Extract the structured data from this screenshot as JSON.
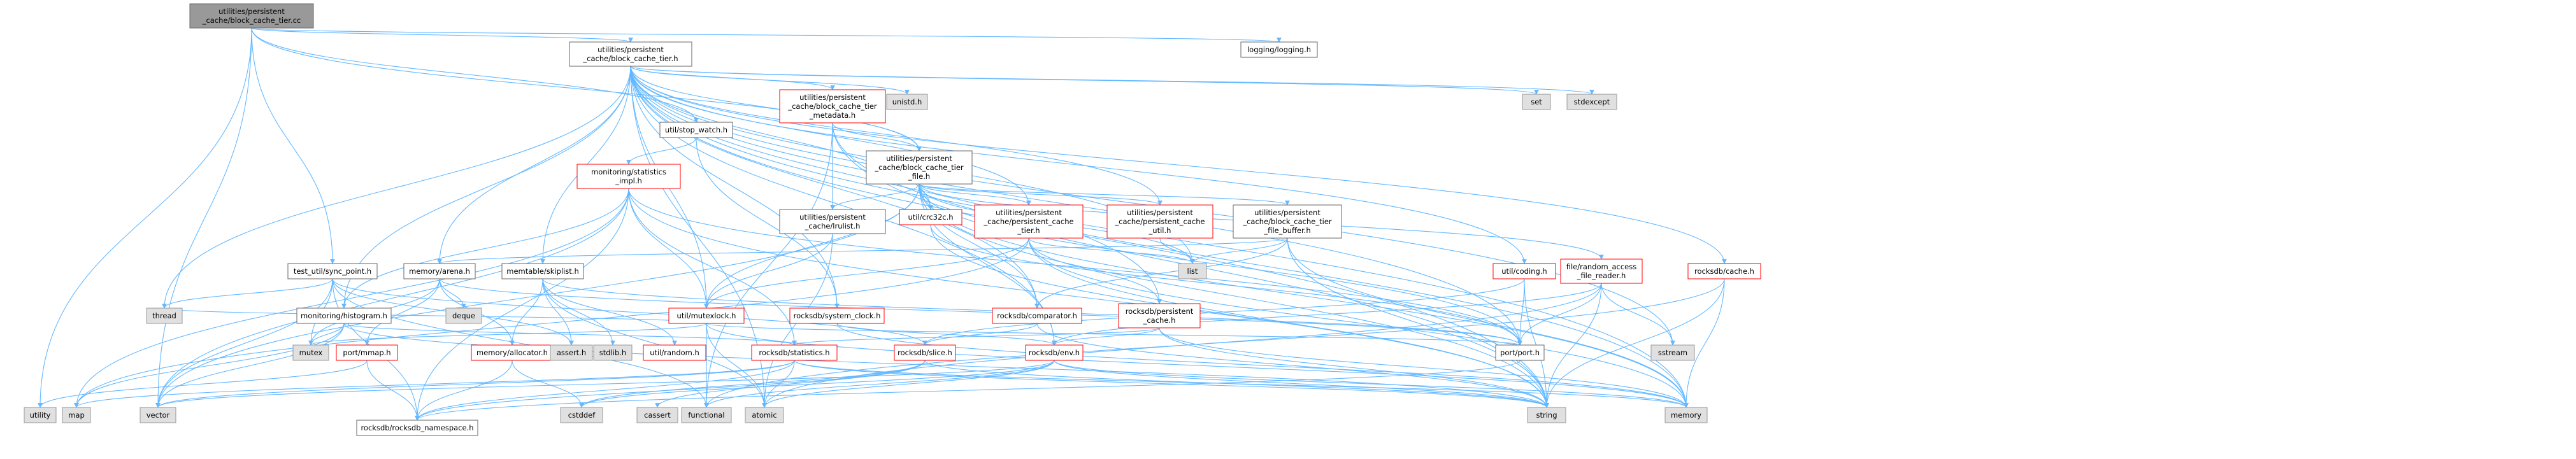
{
  "colors": {
    "root_fill": "#999999",
    "root_stroke": "#666666",
    "normal_fill": "#ffffff",
    "normal_stroke": "#666666",
    "highlight_stroke": "#ff0000",
    "system_fill": "#e0e0e0",
    "system_stroke": "#999999",
    "edge": "#63b8ff"
  },
  "nodes": [
    {
      "id": "root",
      "kind": "root",
      "lines": [
        "utilities/persistent",
        "_cache/block_cache_tier.cc"
      ]
    },
    {
      "id": "bct_h",
      "kind": "normal",
      "lines": [
        "utilities/persistent",
        "_cache/block_cache_tier.h"
      ]
    },
    {
      "id": "logging",
      "kind": "normal",
      "lines": [
        "logging/logging.h"
      ]
    },
    {
      "id": "stopwatch",
      "kind": "normal",
      "lines": [
        "util/stop_watch.h"
      ]
    },
    {
      "id": "syncpoint",
      "kind": "normal",
      "lines": [
        "test_util/sync_point.h"
      ]
    },
    {
      "id": "utility",
      "kind": "system",
      "lines": [
        "utility"
      ]
    },
    {
      "id": "vector",
      "kind": "system",
      "lines": [
        "vector"
      ]
    },
    {
      "id": "metadata",
      "kind": "highlight",
      "lines": [
        "utilities/persistent",
        "_cache/block_cache_tier",
        "_metadata.h"
      ]
    },
    {
      "id": "unistd",
      "kind": "system",
      "lines": [
        "unistd.h"
      ]
    },
    {
      "id": "set",
      "kind": "system",
      "lines": [
        "set"
      ]
    },
    {
      "id": "stdexcept",
      "kind": "system",
      "lines": [
        "stdexcept"
      ]
    },
    {
      "id": "bct_file",
      "kind": "normal",
      "lines": [
        "utilities/persistent",
        "_cache/block_cache_tier",
        "_file.h"
      ]
    },
    {
      "id": "monitoring_impl",
      "kind": "highlight",
      "lines": [
        "monitoring/statistics",
        "_impl.h"
      ]
    },
    {
      "id": "lrulist",
      "kind": "normal",
      "lines": [
        "utilities/persistent",
        "_cache/lrulist.h"
      ]
    },
    {
      "id": "crc32c",
      "kind": "highlight",
      "lines": [
        "util/crc32c.h"
      ]
    },
    {
      "id": "pc_tier",
      "kind": "highlight",
      "lines": [
        "utilities/persistent",
        "_cache/persistent_cache",
        "_tier.h"
      ]
    },
    {
      "id": "pc_util",
      "kind": "highlight",
      "lines": [
        "utilities/persistent",
        "_cache/persistent_cache",
        "_util.h"
      ]
    },
    {
      "id": "file_buffer",
      "kind": "normal",
      "lines": [
        "utilities/persistent",
        "_cache/block_cache_tier",
        "_file_buffer.h"
      ]
    },
    {
      "id": "coding",
      "kind": "highlight",
      "lines": [
        "util/coding.h"
      ]
    },
    {
      "id": "rafr",
      "kind": "highlight",
      "lines": [
        "file/random_access",
        "_file_reader.h"
      ]
    },
    {
      "id": "cache_h",
      "kind": "highlight",
      "lines": [
        "rocksdb/cache.h"
      ]
    },
    {
      "id": "histogram",
      "kind": "normal",
      "lines": [
        "monitoring/histogram.h"
      ]
    },
    {
      "id": "arena",
      "kind": "normal",
      "lines": [
        "memory/arena.h"
      ]
    },
    {
      "id": "skiplist",
      "kind": "normal",
      "lines": [
        "memtable/skiplist.h"
      ]
    },
    {
      "id": "mutexlock",
      "kind": "highlight",
      "lines": [
        "util/mutexlock.h"
      ]
    },
    {
      "id": "sysclock",
      "kind": "highlight",
      "lines": [
        "rocksdb/system_clock.h"
      ]
    },
    {
      "id": "comparator",
      "kind": "highlight",
      "lines": [
        "rocksdb/comparator.h"
      ]
    },
    {
      "id": "persistent_cache",
      "kind": "highlight",
      "lines": [
        "rocksdb/persistent",
        "_cache.h"
      ]
    },
    {
      "id": "list",
      "kind": "system",
      "lines": [
        "list"
      ]
    },
    {
      "id": "thread",
      "kind": "system",
      "lines": [
        "thread"
      ]
    },
    {
      "id": "mutex",
      "kind": "system",
      "lines": [
        "mutex"
      ]
    },
    {
      "id": "port_mmap",
      "kind": "highlight",
      "lines": [
        "port/mmap.h"
      ]
    },
    {
      "id": "deque",
      "kind": "system",
      "lines": [
        "deque"
      ]
    },
    {
      "id": "allocator",
      "kind": "highlight",
      "lines": [
        "memory/allocator.h"
      ]
    },
    {
      "id": "assert_h",
      "kind": "system",
      "lines": [
        "assert.h"
      ]
    },
    {
      "id": "stdlib",
      "kind": "system",
      "lines": [
        "stdlib.h"
      ]
    },
    {
      "id": "random",
      "kind": "highlight",
      "lines": [
        "util/random.h"
      ]
    },
    {
      "id": "statistics",
      "kind": "highlight",
      "lines": [
        "rocksdb/statistics.h"
      ]
    },
    {
      "id": "slice",
      "kind": "highlight",
      "lines": [
        "rocksdb/slice.h"
      ]
    },
    {
      "id": "env",
      "kind": "highlight",
      "lines": [
        "rocksdb/env.h"
      ]
    },
    {
      "id": "port",
      "kind": "normal",
      "lines": [
        "port/port.h"
      ]
    },
    {
      "id": "sstream",
      "kind": "system",
      "lines": [
        "sstream"
      ]
    },
    {
      "id": "map",
      "kind": "system",
      "lines": [
        "map"
      ]
    },
    {
      "id": "namespace",
      "kind": "normal",
      "lines": [
        "rocksdb/rocksdb_namespace.h"
      ]
    },
    {
      "id": "cstddef",
      "kind": "system",
      "lines": [
        "cstddef"
      ]
    },
    {
      "id": "cassert",
      "kind": "system",
      "lines": [
        "cassert"
      ]
    },
    {
      "id": "functional",
      "kind": "system",
      "lines": [
        "functional"
      ]
    },
    {
      "id": "atomic",
      "kind": "system",
      "lines": [
        "atomic"
      ]
    },
    {
      "id": "string",
      "kind": "system",
      "lines": [
        "string"
      ]
    },
    {
      "id": "memory",
      "kind": "system",
      "lines": [
        "memory"
      ]
    }
  ],
  "edges": [
    [
      "root",
      "bct_h"
    ],
    [
      "root",
      "logging"
    ],
    [
      "root",
      "stopwatch"
    ],
    [
      "root",
      "syncpoint"
    ],
    [
      "root",
      "utility"
    ],
    [
      "root",
      "vector"
    ],
    [
      "root",
      "bct_file"
    ],
    [
      "bct_h",
      "metadata"
    ],
    [
      "bct_h",
      "unistd"
    ],
    [
      "bct_h",
      "set"
    ],
    [
      "bct_h",
      "stdexcept"
    ],
    [
      "bct_h",
      "bct_file"
    ],
    [
      "bct_h",
      "crc32c"
    ],
    [
      "bct_h",
      "pc_tier"
    ],
    [
      "bct_h",
      "pc_util"
    ],
    [
      "bct_h",
      "coding"
    ],
    [
      "bct_h",
      "cache_h"
    ],
    [
      "bct_h",
      "histogram"
    ],
    [
      "bct_h",
      "arena"
    ],
    [
      "bct_h",
      "skiplist"
    ],
    [
      "bct_h",
      "mutexlock"
    ],
    [
      "bct_h",
      "sysclock"
    ],
    [
      "bct_h",
      "comparator"
    ],
    [
      "bct_h",
      "persistent_cache"
    ],
    [
      "bct_h",
      "thread"
    ],
    [
      "bct_h",
      "port"
    ],
    [
      "bct_h",
      "sstream"
    ],
    [
      "bct_h",
      "atomic"
    ],
    [
      "bct_h",
      "string"
    ],
    [
      "bct_h",
      "memory"
    ],
    [
      "bct_h",
      "list"
    ],
    [
      "bct_h",
      "env"
    ],
    [
      "metadata",
      "bct_file"
    ],
    [
      "metadata",
      "lrulist"
    ],
    [
      "metadata",
      "functional"
    ],
    [
      "metadata",
      "string"
    ],
    [
      "metadata",
      "memory"
    ],
    [
      "stopwatch",
      "monitoring_impl"
    ],
    [
      "stopwatch",
      "sysclock"
    ],
    [
      "bct_file",
      "lrulist"
    ],
    [
      "bct_file",
      "pc_tier"
    ],
    [
      "bct_file",
      "pc_util"
    ],
    [
      "bct_file",
      "file_buffer"
    ],
    [
      "bct_file",
      "rafr"
    ],
    [
      "bct_file",
      "crc32c"
    ],
    [
      "bct_file",
      "mutexlock"
    ],
    [
      "bct_file",
      "comparator"
    ],
    [
      "bct_file",
      "env"
    ],
    [
      "bct_file",
      "list"
    ],
    [
      "bct_file",
      "port"
    ],
    [
      "bct_file",
      "memory"
    ],
    [
      "bct_file",
      "string"
    ],
    [
      "bct_file",
      "vector"
    ],
    [
      "monitoring_impl",
      "histogram"
    ],
    [
      "monitoring_impl",
      "mutexlock"
    ],
    [
      "monitoring_impl",
      "statistics"
    ],
    [
      "monitoring_impl",
      "port"
    ],
    [
      "monitoring_impl",
      "namespace"
    ],
    [
      "monitoring_impl",
      "map"
    ],
    [
      "monitoring_impl",
      "vector"
    ],
    [
      "monitoring_impl",
      "string"
    ],
    [
      "lrulist",
      "mutexlock"
    ],
    [
      "lrulist",
      "atomic"
    ],
    [
      "crc32c",
      "port"
    ],
    [
      "crc32c",
      "string"
    ],
    [
      "pc_tier",
      "persistent_cache"
    ],
    [
      "pc_tier",
      "mutexlock"
    ],
    [
      "pc_tier",
      "list"
    ],
    [
      "pc_tier",
      "map"
    ],
    [
      "pc_tier",
      "string"
    ],
    [
      "pc_tier",
      "memory"
    ],
    [
      "pc_util",
      "list"
    ],
    [
      "file_buffer",
      "list"
    ],
    [
      "file_buffer",
      "arena"
    ],
    [
      "file_buffer",
      "memory"
    ],
    [
      "file_buffer",
      "string"
    ],
    [
      "file_buffer",
      "comparator"
    ],
    [
      "coding",
      "port"
    ],
    [
      "coding",
      "slice"
    ],
    [
      "coding",
      "string"
    ],
    [
      "rafr",
      "env"
    ],
    [
      "rafr",
      "port"
    ],
    [
      "rafr",
      "sstream"
    ],
    [
      "rafr",
      "atomic"
    ],
    [
      "rafr",
      "string"
    ],
    [
      "cache_h",
      "memory"
    ],
    [
      "cache_h",
      "string"
    ],
    [
      "cache_h",
      "functional"
    ],
    [
      "histogram",
      "statistics"
    ],
    [
      "histogram",
      "map"
    ],
    [
      "histogram",
      "mutex"
    ],
    [
      "histogram",
      "string"
    ],
    [
      "histogram",
      "vector"
    ],
    [
      "arena",
      "port_mmap"
    ],
    [
      "arena",
      "allocator"
    ],
    [
      "arena",
      "deque"
    ],
    [
      "arena",
      "mutex"
    ],
    [
      "arena",
      "port"
    ],
    [
      "skiplist",
      "allocator"
    ],
    [
      "skiplist",
      "random"
    ],
    [
      "skiplist",
      "assert_h"
    ],
    [
      "skiplist",
      "stdlib"
    ],
    [
      "skiplist",
      "atomic"
    ],
    [
      "skiplist",
      "port"
    ],
    [
      "mutexlock",
      "port"
    ],
    [
      "mutexlock",
      "atomic"
    ],
    [
      "mutexlock",
      "functional"
    ],
    [
      "mutexlock",
      "thread"
    ],
    [
      "mutexlock",
      "mutex"
    ],
    [
      "mutexlock",
      "memory"
    ],
    [
      "sysclock",
      "env"
    ],
    [
      "sysclock",
      "memory"
    ],
    [
      "comparator",
      "slice"
    ],
    [
      "comparator",
      "string"
    ],
    [
      "persistent_cache",
      "env"
    ],
    [
      "persistent_cache",
      "statistics"
    ],
    [
      "persistent_cache",
      "string"
    ],
    [
      "persistent_cache",
      "memory"
    ],
    [
      "syncpoint",
      "thread"
    ],
    [
      "syncpoint",
      "mutex"
    ],
    [
      "syncpoint",
      "assert_h"
    ],
    [
      "syncpoint",
      "namespace"
    ],
    [
      "syncpoint",
      "slice"
    ],
    [
      "syncpoint",
      "functional"
    ],
    [
      "syncpoint",
      "vector"
    ],
    [
      "port_mmap",
      "namespace"
    ],
    [
      "port_mmap",
      "utility"
    ],
    [
      "allocator",
      "cstddef"
    ],
    [
      "allocator",
      "namespace"
    ],
    [
      "statistics",
      "atomic"
    ],
    [
      "statistics",
      "namespace"
    ],
    [
      "statistics",
      "map"
    ],
    [
      "statistics",
      "memory"
    ],
    [
      "statistics",
      "string"
    ],
    [
      "statistics",
      "vector"
    ],
    [
      "slice",
      "cassert"
    ],
    [
      "slice",
      "cstddef"
    ],
    [
      "slice",
      "string"
    ],
    [
      "slice",
      "namespace"
    ],
    [
      "env",
      "functional"
    ],
    [
      "env",
      "atomic"
    ],
    [
      "env",
      "string"
    ],
    [
      "env",
      "memory"
    ],
    [
      "env",
      "vector"
    ],
    [
      "env",
      "cstddef"
    ],
    [
      "port",
      "namespace"
    ]
  ]
}
